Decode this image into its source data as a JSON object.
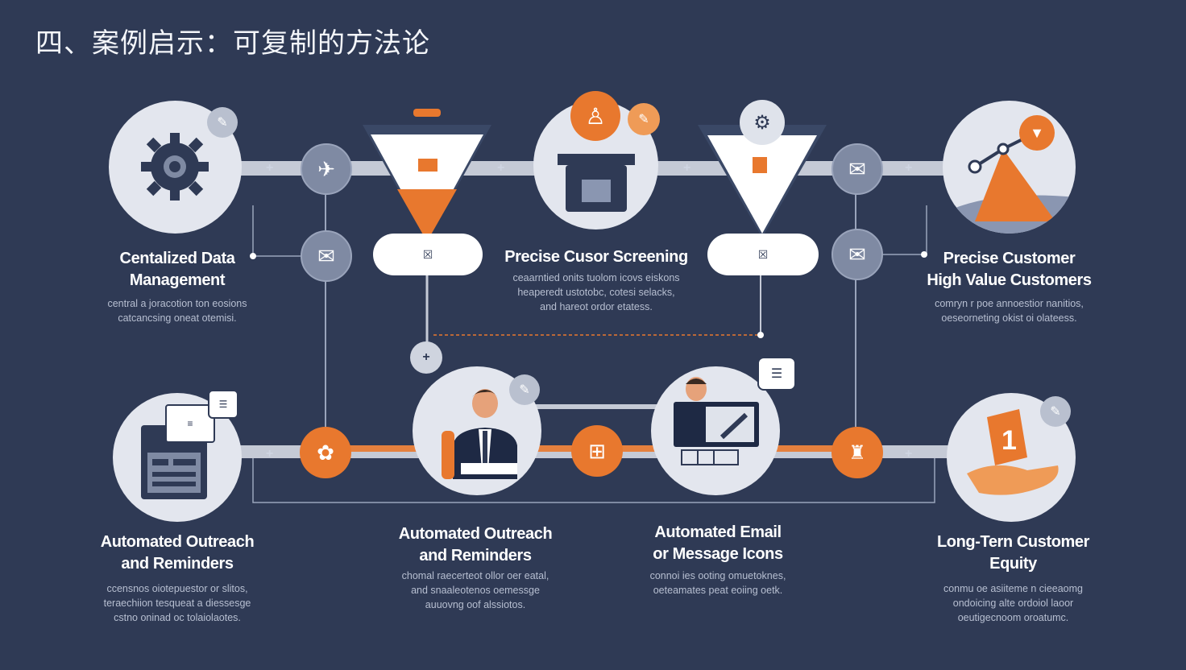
{
  "title": "四、案例启示：可复制的方法论",
  "steps": [
    {
      "label_line1": "Centalized Data",
      "label_line2": "Management",
      "desc": "central a joracotion ton eosions\ncatcancsing oneat otemisi."
    },
    {
      "label_line1": "Precise Cusor Screening",
      "label_line2": "",
      "desc": "ceaarntied onits tuolom icovs eiskons\nheaperedt ustotobc, cotesi selacks,\nand hareot ordor etatess."
    },
    {
      "label_line1": "Precise Customer",
      "label_line2": "High Value Customers",
      "desc": "comryn r poe annoestior nanitios,\noeseorneting okist oi olateess."
    },
    {
      "label_line1": "Automated Outreach",
      "label_line2": "and Reminders",
      "desc": "ccensnos oiotepuestor or slitos,\nteraechiion tesqueat a diessesge\ncstno oninad oc tolaiolaotes."
    },
    {
      "label_line1": "Automated Outreach",
      "label_line2": "and Reminders",
      "desc": "chomal raecerteot ollor oer eatal,\nand snaaleotenos oemessge\nauuovng oof alssiotos."
    },
    {
      "label_line1": "Automated Email",
      "label_line2": "or Message Icons",
      "desc": "connoi ies ooting omuetoknes,\noeteamates peat eoiing oetk."
    },
    {
      "label_line1": "Long-Tern Customer",
      "label_line2": "Equity",
      "desc": "conmu oe asiiteme n cieeaomg\nondoicing alte ordoiol laoor\noeutigecnoom oroatumc."
    }
  ],
  "colors": {
    "background": "#2f3a55",
    "accent": "#e8782e",
    "node": "#e3e6ee",
    "slate": "#7f8aa3"
  },
  "icons": [
    "gear-icon",
    "funnel-icon",
    "box-icon",
    "funnel-icon",
    "chart-icon",
    "dashboard-icon",
    "businessman-icon",
    "presentation-icon",
    "hand-icon",
    "mail-icon",
    "plane-icon"
  ]
}
